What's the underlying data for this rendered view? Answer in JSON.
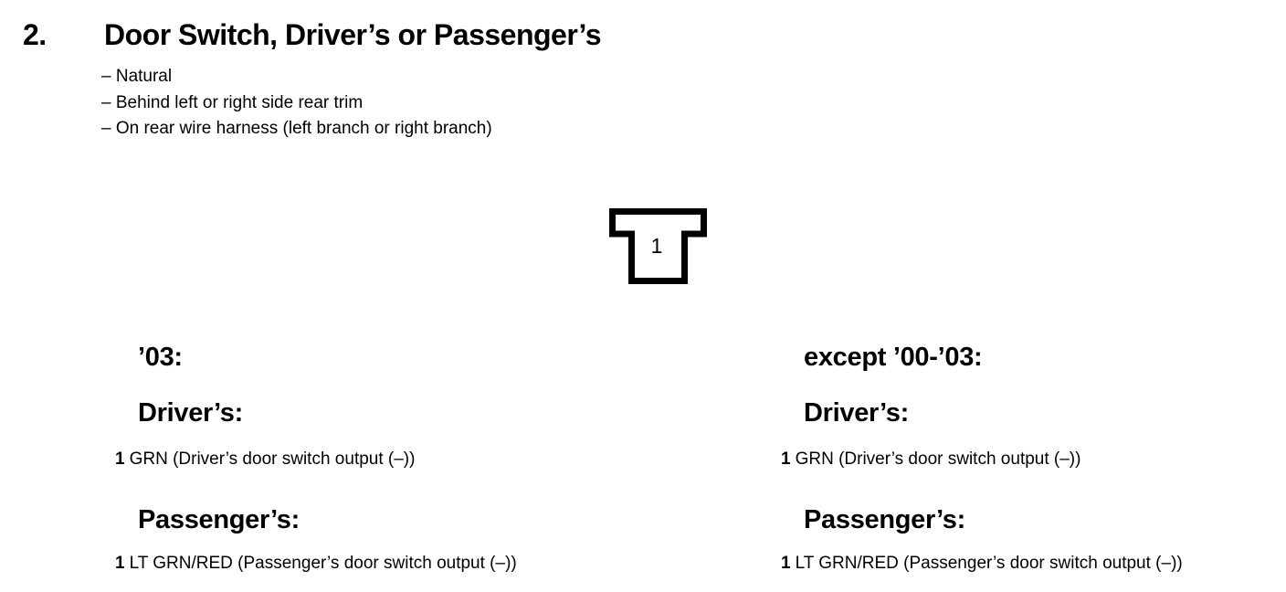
{
  "document": {
    "section_number": "2.",
    "title": "Door Switch, Driver’s or Passenger’s",
    "notes": [
      "– Natural",
      "– Behind left or right side rear trim",
      "– On rear wire harness (left branch or right branch)"
    ]
  },
  "connector": {
    "pin_label": "1"
  },
  "columns": [
    {
      "year_heading": "’03:",
      "groups": [
        {
          "heading": "Driver’s:",
          "pins": [
            {
              "pin": "1",
              "description": "GRN (Driver’s door switch output (–))"
            }
          ]
        },
        {
          "heading": "Passenger’s:",
          "pins": [
            {
              "pin": "1",
              "description": "LT GRN/RED (Passenger’s door switch output (–))"
            }
          ]
        }
      ]
    },
    {
      "year_heading": "except ’00-’03:",
      "groups": [
        {
          "heading": "Driver’s:",
          "pins": [
            {
              "pin": "1",
              "description": "GRN (Driver’s door switch output (–))"
            }
          ]
        },
        {
          "heading": "Passenger’s:",
          "pins": [
            {
              "pin": "1",
              "description": "LT GRN/RED (Passenger’s door switch output (–))"
            }
          ]
        }
      ]
    }
  ]
}
